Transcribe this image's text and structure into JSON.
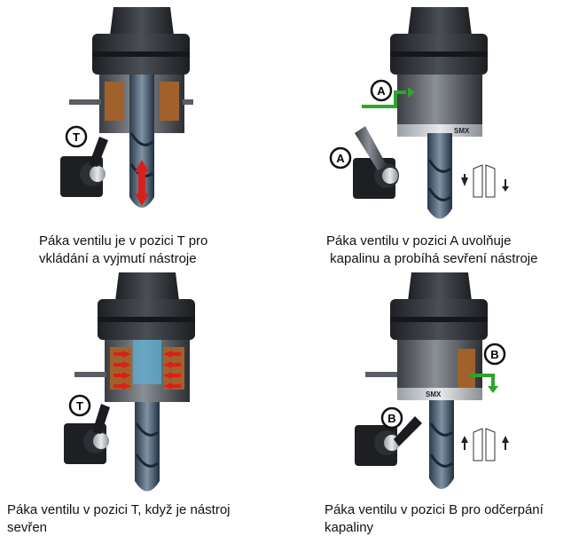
{
  "panels": [
    {
      "caption_lines": [
        "Páka ventilu je v pozici T pro",
        "vkládání a vyjmutí nástroje"
      ],
      "badges": [
        "T"
      ]
    },
    {
      "caption_lines": [
        "Páka ventilu v pozici A uvolňuje",
        " kapalinu a probíhá sevření nástroje"
      ],
      "badges": [
        "A",
        "A"
      ],
      "brand": "SMX"
    },
    {
      "caption_lines": [
        "Páka ventilu v pozici T, když je nástroj",
        "sevřen"
      ],
      "badges": [
        "T"
      ]
    },
    {
      "caption_lines": [
        "Páka ventilu v pozici B pro odčerpání",
        "kapaliny"
      ],
      "badges": [
        "B",
        "B"
      ],
      "brand": "SMX"
    }
  ],
  "colors": {
    "red_arrow": "#d8201a",
    "green_arrow": "#2fa52a",
    "body_dark": "#2b2e33",
    "copper": "#a0612c"
  }
}
